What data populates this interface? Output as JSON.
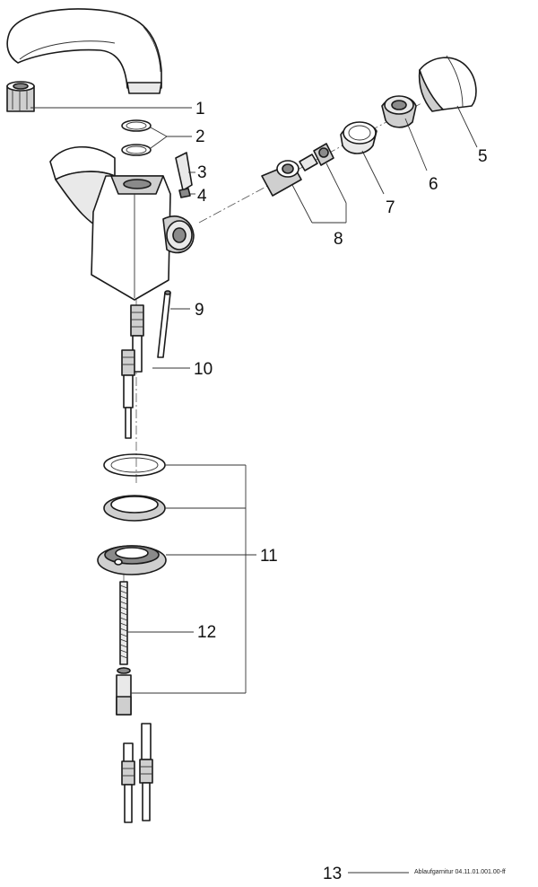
{
  "parts": [
    {
      "id": "aerator",
      "label": "1"
    },
    {
      "id": "spout-seals",
      "label": "2"
    },
    {
      "id": "lever",
      "label": "3"
    },
    {
      "id": "lever-screw",
      "label": "4"
    },
    {
      "id": "handle",
      "label": "5"
    },
    {
      "id": "handle-adapter",
      "label": "6"
    },
    {
      "id": "cover-sleeve",
      "label": "7"
    },
    {
      "id": "cartridge-set",
      "label": "8"
    },
    {
      "id": "pull-rod",
      "label": "9"
    },
    {
      "id": "connection-hose",
      "label": "10"
    },
    {
      "id": "mounting-set",
      "label": "11"
    },
    {
      "id": "threaded-rod",
      "label": "12"
    },
    {
      "id": "drain-fitting",
      "label": "13"
    }
  ],
  "footer": {
    "note": "Ablaufgarnitur 04.11.01.001.00-ff"
  }
}
